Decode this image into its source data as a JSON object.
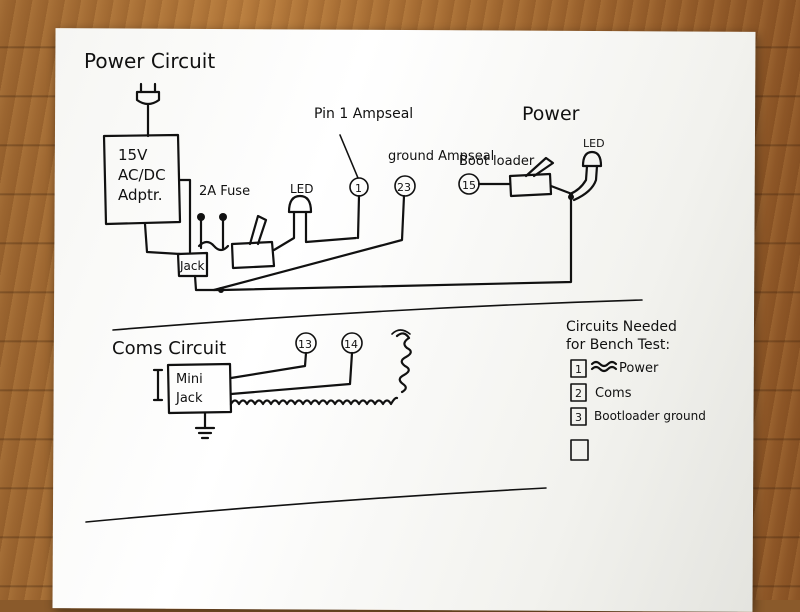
{
  "power_circuit": {
    "title": "Power Circuit",
    "adapter_lines": [
      "15V",
      "AC/DC",
      "Adptr."
    ],
    "jack_label": "Jack",
    "fuse_label": "2A Fuse",
    "led_left_label": "LED",
    "pin_label": "Pin 1 Ampseal",
    "pin1": "1",
    "ground_label": "ground Ampseal",
    "pin23": "23",
    "bootloader_label": "Boot loader",
    "pin15": "15",
    "power_label": "Power",
    "led_right_label": "LED"
  },
  "coms_circuit": {
    "title": "Coms Circuit",
    "jack_lines": [
      "Mini",
      "Jack"
    ],
    "pin13": "13",
    "pin14": "14"
  },
  "checklist": {
    "title_lines": [
      "Circuits Needed",
      "for Bench Test:"
    ],
    "items": [
      {
        "number": "1",
        "label": "Power"
      },
      {
        "number": "2",
        "label": "Coms"
      },
      {
        "number": "3",
        "label": "Bootloader ground"
      }
    ]
  }
}
